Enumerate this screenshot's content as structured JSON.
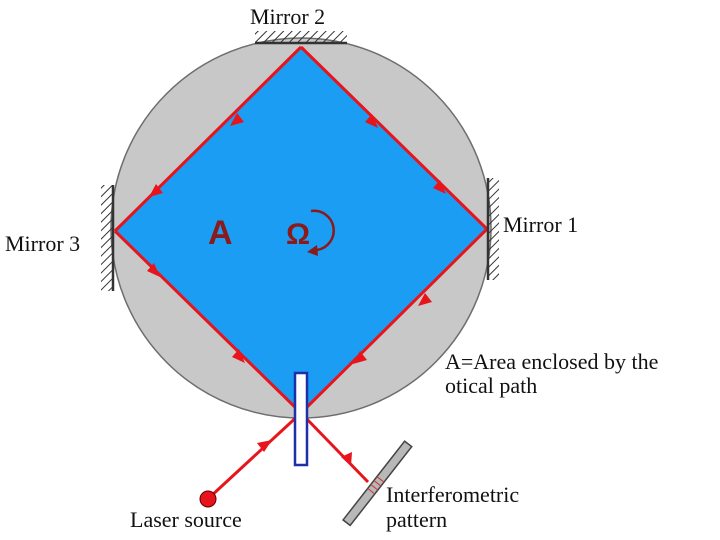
{
  "labels": {
    "mirror2": "Mirror 2",
    "mirror1": "Mirror 1",
    "mirror3": "Mirror 3",
    "area_letter": "A",
    "omega_symbol": "Ω",
    "area_note_line1": "A=Area enclosed by the",
    "area_note_line2": "otical path",
    "laser_source": "Laser source",
    "pattern_line1": "Interferometric",
    "pattern_line2": "pattern"
  },
  "colors": {
    "disk": "#c8c8c8",
    "area_fill": "#1a9df2",
    "beam": "#e8141c",
    "area_letter": "#8b1a1a",
    "splitter": "#1f2fa8",
    "mirror": "#333333"
  }
}
